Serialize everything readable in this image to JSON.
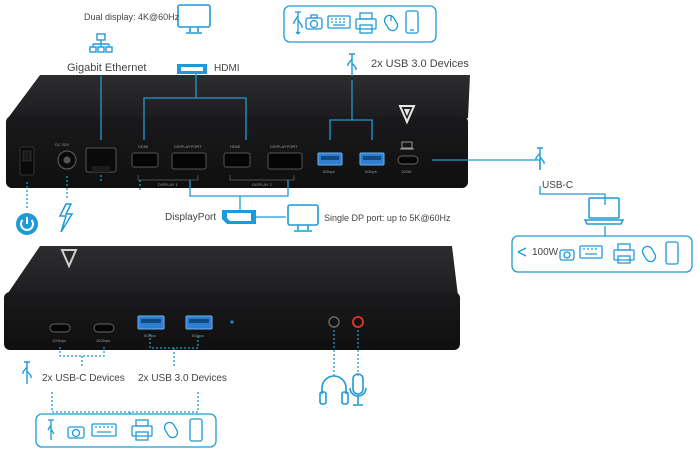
{
  "colors": {
    "accent": "#1e9ad6",
    "dock_body": "#1b1b1d",
    "port": "#0a0a0a",
    "usb3": "#2e7fd1",
    "label": "#444444"
  },
  "top_dock": {
    "callouts": {
      "dual_display": "Dual display: 4K@60Hz",
      "gigabit_ethernet": "Gigabit Ethernet",
      "hdmi": "HDMI",
      "usb3_devices": "2x USB 3.0 Devices",
      "usb_c": "USB-C",
      "displayport": "DisplayPort",
      "single_dp": "Single DP port: up to 5K@60Hz",
      "power_delivery": "100W"
    },
    "port_labels": {
      "hdmi1": "HDMI",
      "dp1": "DISPLAYPORT",
      "display1": "DISPLAY 1",
      "hdmi2": "HDMI",
      "dp2": "DISPLAYPORT",
      "display2": "DISPLAY 2",
      "usb_a1": "5Gbps",
      "usb_a2": "5Gbps",
      "usbc_host": "100W",
      "dc_in": "DC 20V"
    }
  },
  "bottom_dock": {
    "callouts": {
      "usb_c_devices": "2x USB-C Devices",
      "usb3_devices": "2x USB 3.0 Devices"
    },
    "port_labels": {
      "usbc1": "10Gbps",
      "usbc2": "10Gbps",
      "usb_a1": "5Gbps",
      "usb_a2": "5Gbps"
    }
  },
  "icons": {
    "usb": "usb-icon",
    "monitor": "monitor-icon",
    "hdmi_cable": "hdmi-cable-icon",
    "dp_cable": "displayport-cable-icon",
    "network": "network-icon",
    "power": "power-button-icon",
    "lightning": "lightning-icon",
    "laptop": "laptop-icon",
    "camera": "camera-icon",
    "keyboard": "keyboard-icon",
    "printer": "printer-icon",
    "mouse": "mouse-icon",
    "phone": "phone-icon",
    "headphones": "headphones-icon",
    "microphone": "microphone-icon",
    "logo": "v7-logo"
  }
}
